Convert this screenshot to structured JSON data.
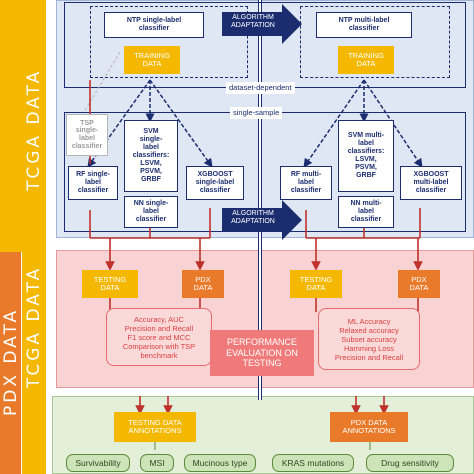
{
  "side_labels": {
    "top_outer": "TCGA   DATA",
    "bottom_outer": "PDX   DATA",
    "bottom_inner": "TCGA   DATA"
  },
  "adaptation": {
    "top": "ALGORITHM\nADAPTATION",
    "middle": "ALGORITHM\nADAPTATION"
  },
  "single_label": {
    "ntp": "NTP single-label\nclassifier",
    "training": "TRAINING\nDATA",
    "tsp": "TSP\nsingle-\nlabel\nclassifier",
    "svm": "SVM\nsingle-\nlabel\nclassifiers:\nLSVM,\nPSVM,\nGRBF",
    "rf": "RF single-\nlabel\nclassifier",
    "xgboost": "XGBOOST\nsingle-label\nclassifier",
    "nn": "NN single-\nlabel\nclassifier",
    "testing": "TESTING\nDATA",
    "pdx": "PDX\nDATA",
    "metrics": "Accuracy, AUC\nPrecision and Recall\nF1 score and MCC\nComparison with TSP\nbenchmark"
  },
  "multi_label": {
    "ntp": "NTP multi-label\nclassifier",
    "training": "TRAINING\nDATA",
    "svm": "SVM multi-\nlabel\nclassifiers:\nLSVM,\nPSVM,\nGRBF",
    "rf": "RF multi-\nlabel\nclassifier",
    "xgboost": "XGBOOST\nmulti-label\nclassifier",
    "nn": "NN multi-\nlabel\nclassifier",
    "testing": "TESTING\nDATA",
    "pdx": "PDX\nDATA",
    "metrics": "ML Accuracy\nRelaxed accuracy\nSubset accuracy\nHamming Loss\nPrecision and Recall"
  },
  "tags": {
    "dataset_dependent": "dataset-dependent",
    "single_sample": "single-sample"
  },
  "performance": "PERFORMANCE\nEVALUATION ON\nTESTING",
  "annotations": {
    "testing": "TESTING DATA\nANNOTATIONS",
    "pdx": "PDX DATA\nANNOTATIONS"
  },
  "outcomes": [
    "Survivability",
    "MSI",
    "Mucinous type",
    "KRAS mutations",
    "Drug sensitivity"
  ],
  "colors": {
    "tcga_band": "#f5b800",
    "pdx_band": "#e87a2a",
    "navy": "#1b2d6e",
    "arrow_red": "#c0312b",
    "panel_blue": "#dfe7f4",
    "panel_pink": "#f9d3d3",
    "panel_green": "#e3efd8"
  }
}
